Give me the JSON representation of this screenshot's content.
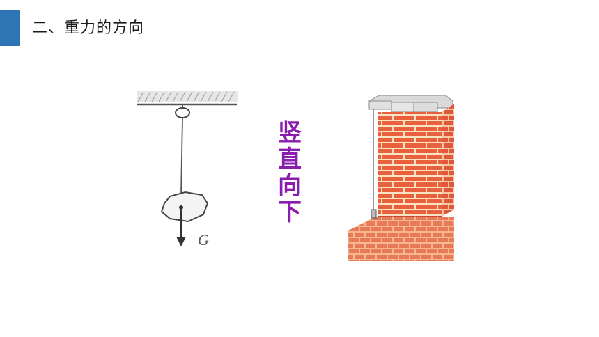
{
  "header": {
    "title": "二、重力的方向",
    "accent_color": "#2e75b6"
  },
  "illustration_left": {
    "force_label": "G",
    "icons": [
      "ceiling-hatch-icon",
      "hook-ring-icon",
      "string-icon",
      "stone-weight-icon",
      "gravity-arrow-icon"
    ]
  },
  "center_label": {
    "chars": [
      "竖",
      "直",
      "向",
      "下"
    ],
    "color": "#8a1dae"
  },
  "illustration_right": {
    "icons": [
      "brick-wall-icon",
      "plumb-line-icon"
    ],
    "brick_color": "#e8603c",
    "mortar_color": "#fbe3c4"
  }
}
